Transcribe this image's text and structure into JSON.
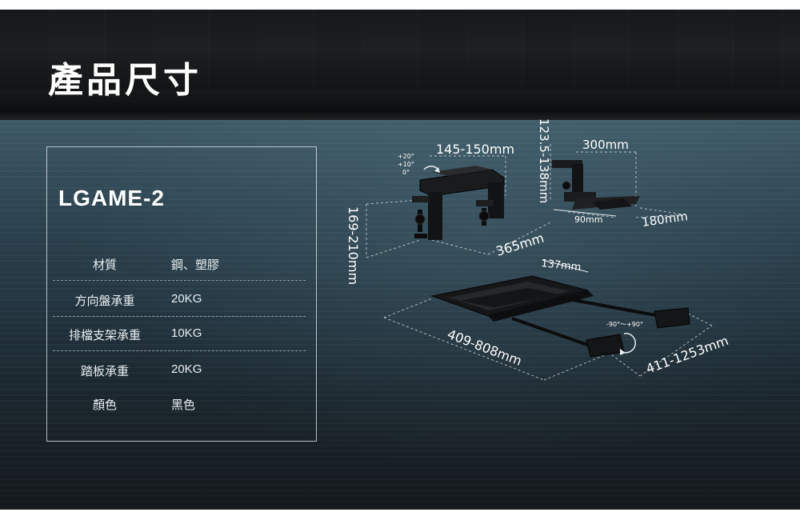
{
  "page": {
    "title": "產品尺寸",
    "model": "LGAME-2"
  },
  "specs": [
    {
      "label": "材質",
      "value": "鋼、塑膠"
    },
    {
      "label": "方向盤承重",
      "value": "20KG"
    },
    {
      "label": "排檔支架承重",
      "value": "10KG"
    },
    {
      "label": "踏板承重",
      "value": "20KG"
    },
    {
      "label": "顏色",
      "value": "黑色"
    }
  ],
  "dimensions": {
    "wheel_width": "145-150mm",
    "wheel_height": "169-210mm",
    "wheel_depth": "365mm",
    "wheel_tilt_a": "+20°",
    "wheel_tilt_b": "+10°",
    "wheel_tilt_c": "0°",
    "shifter_height": "123.5-138mm",
    "shifter_width": "300mm",
    "shifter_depth_a": "90mm",
    "shifter_depth_b": "180mm",
    "pedal_width": "137mm",
    "pedal_length": "409-808mm",
    "pedal_extend": "411-1253mm",
    "pedal_rotate": "-90°～+90°"
  },
  "colors": {
    "text": "#ffffff",
    "desk": "#2f4653",
    "product": "#151617"
  }
}
